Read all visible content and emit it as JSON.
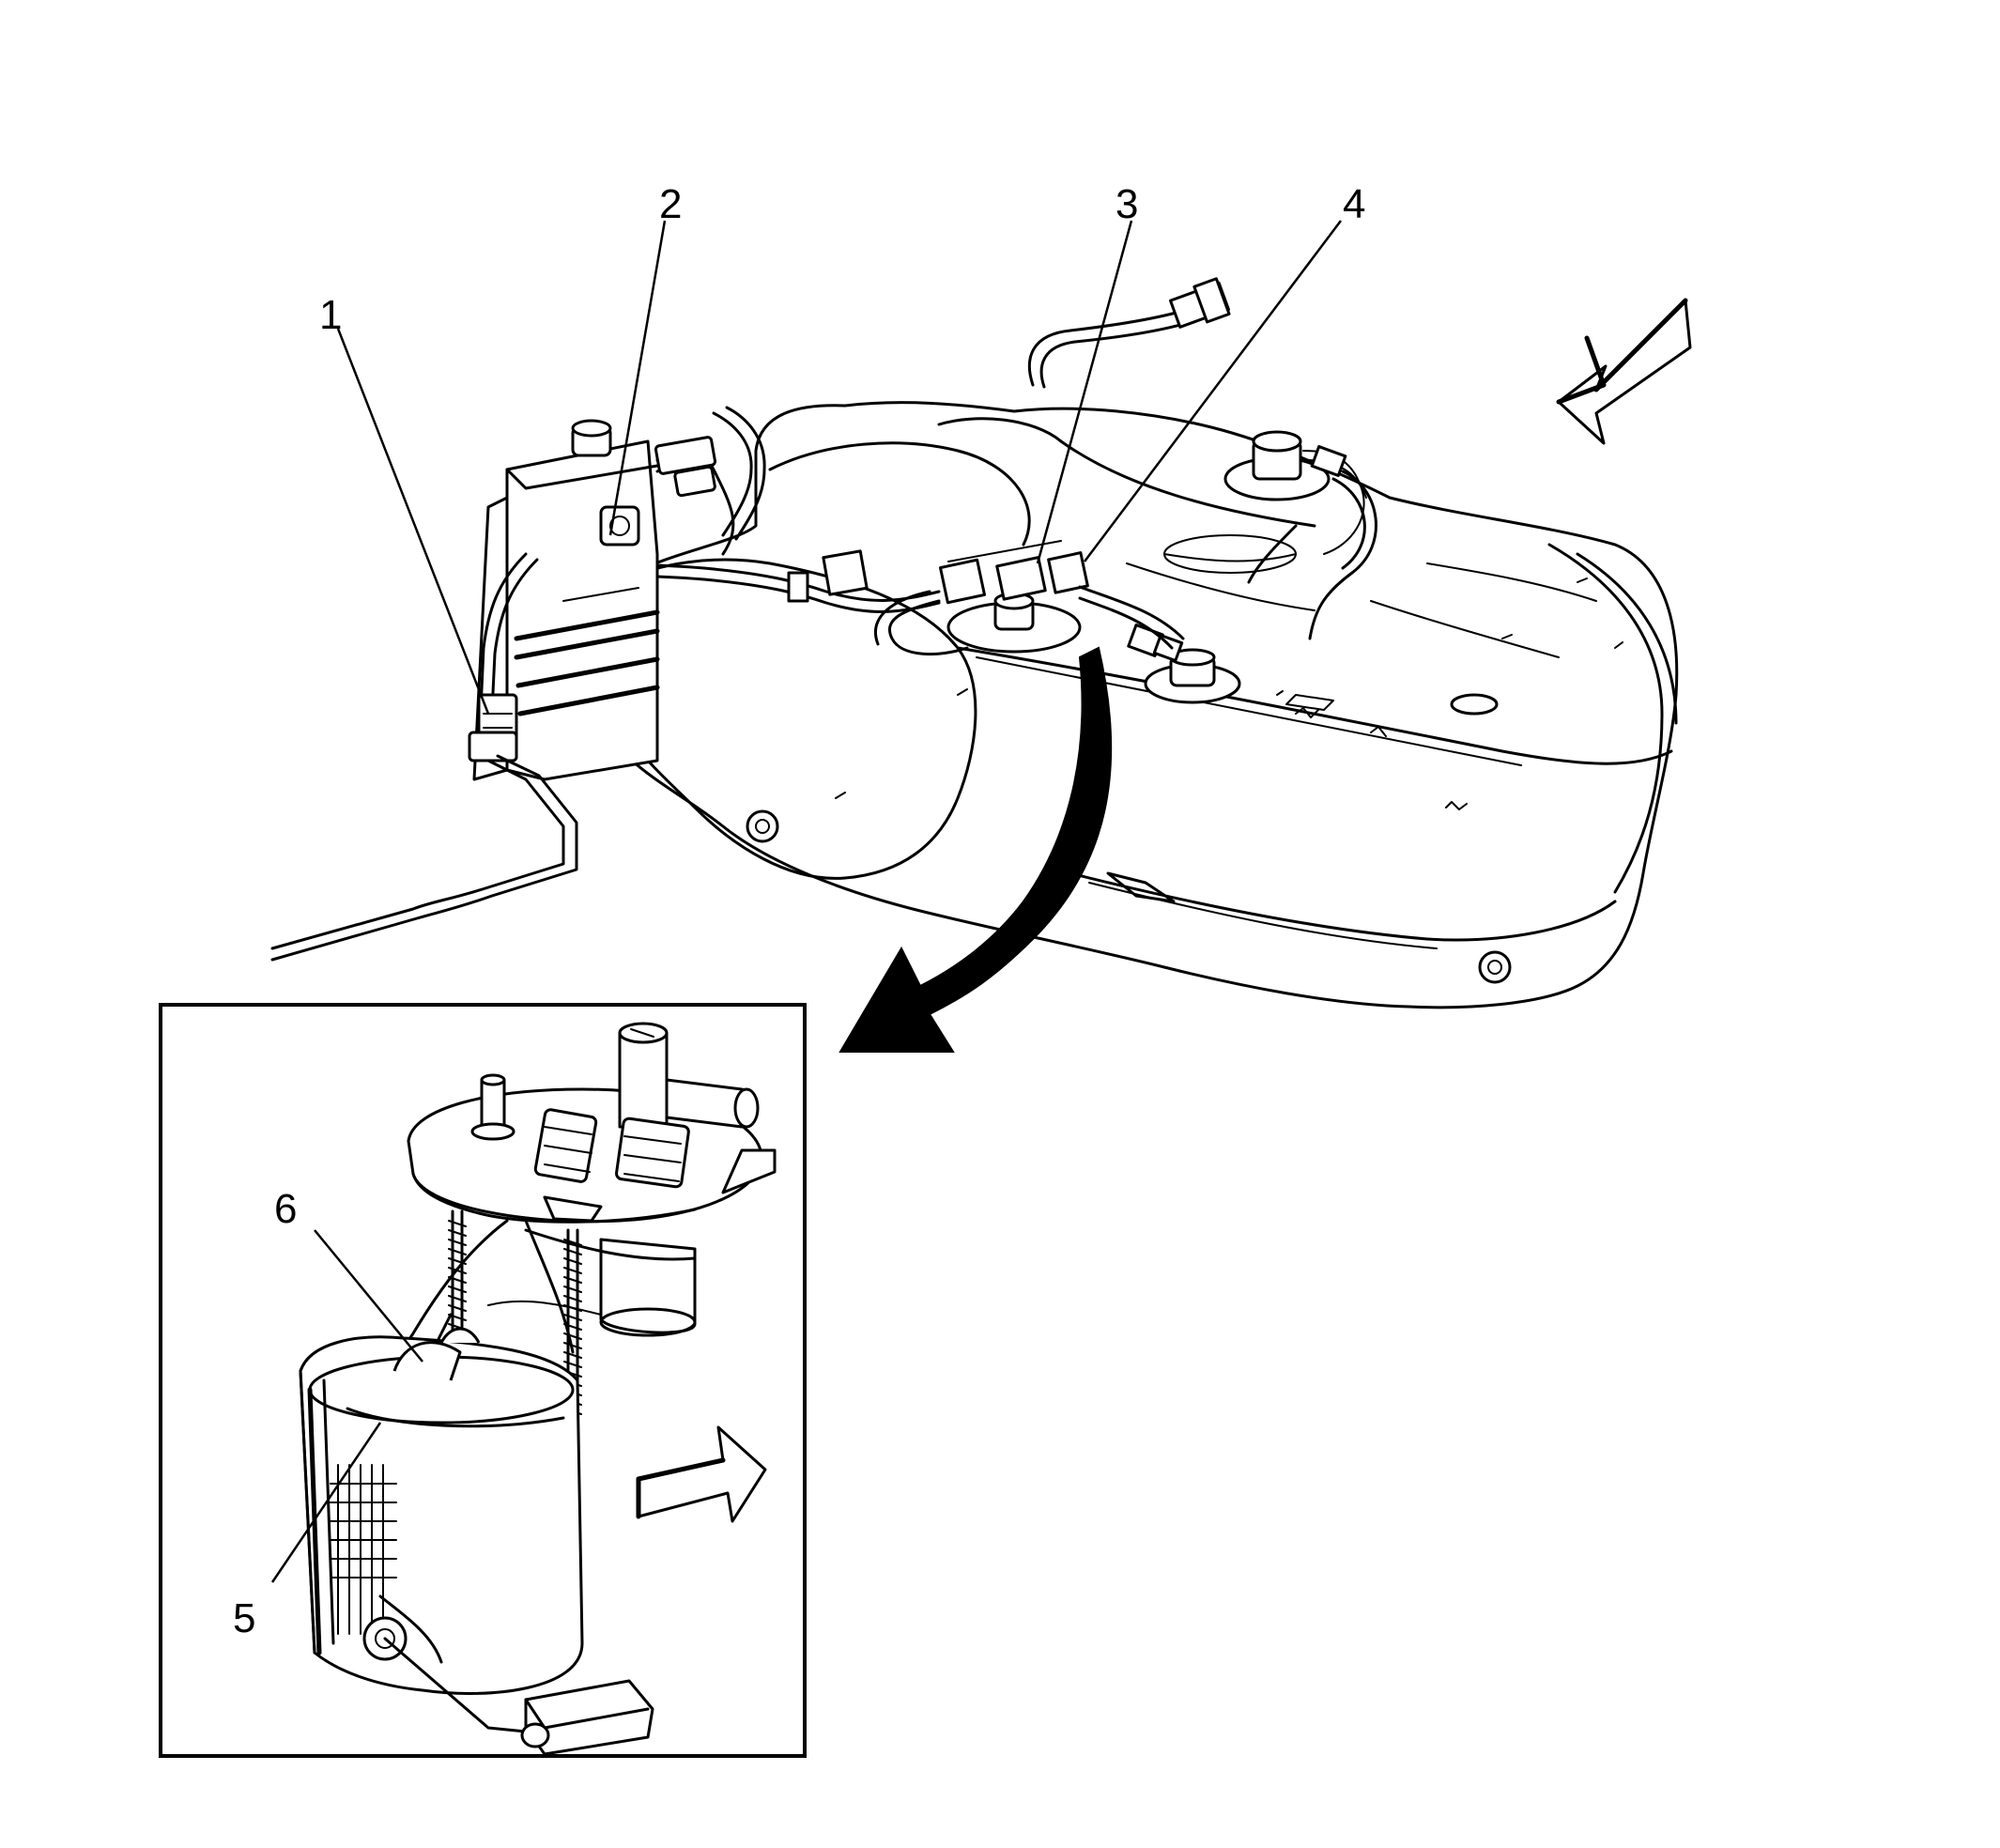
{
  "callouts": [
    {
      "id": "1",
      "label": "1"
    },
    {
      "id": "2",
      "label": "2"
    },
    {
      "id": "3",
      "label": "3"
    },
    {
      "id": "4",
      "label": "4"
    },
    {
      "id": "5",
      "label": "5"
    },
    {
      "id": "6",
      "label": "6"
    }
  ],
  "icons": {
    "direction_arrow_top": "front-direction-arrow-icon",
    "direction_arrow_inset": "front-direction-arrow-icon",
    "detail_arrow": "curved-detail-arrow-icon"
  },
  "colors": {
    "line": "#000000",
    "background": "#ffffff"
  }
}
